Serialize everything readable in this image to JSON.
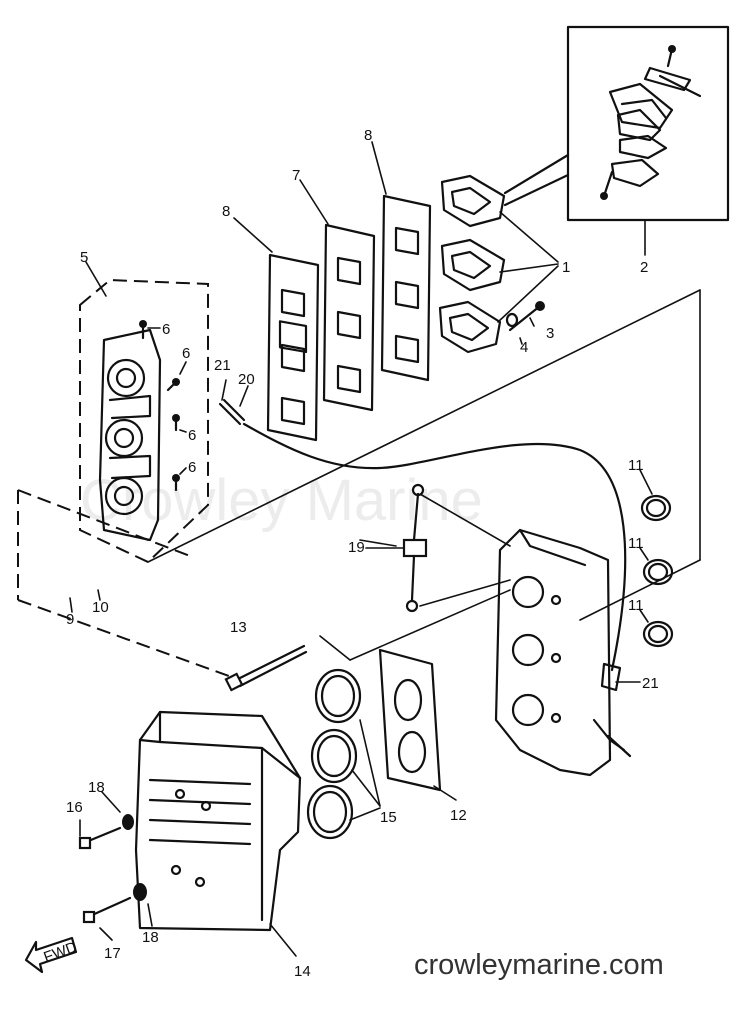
{
  "watermark": "Crowley Marine",
  "footer": "crowleymarine.com",
  "fwd": "FWD",
  "labels": {
    "p1": "1",
    "p2": "2",
    "p3": "3",
    "p4": "4",
    "p5": "5",
    "p6a": "6",
    "p6b": "6",
    "p6c": "6",
    "p6d": "6",
    "p7": "7",
    "p8a": "8",
    "p8b": "8",
    "p9": "9",
    "p10": "10",
    "p11a": "11",
    "p11b": "11",
    "p11c": "11",
    "p12": "12",
    "p13": "13",
    "p14": "14",
    "p15": "15",
    "p16": "16",
    "p17": "17",
    "p18a": "18",
    "p18b": "18",
    "p19": "19",
    "p20": "20",
    "p21a": "21",
    "p21b": "21"
  }
}
